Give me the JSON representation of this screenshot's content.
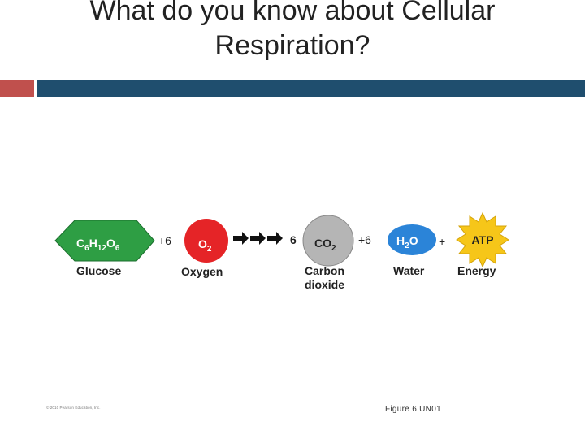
{
  "slide": {
    "title_line1": "What do you know about Cellular",
    "title_line2": "Respiration?"
  },
  "colors": {
    "accent_bar": "#c0504d",
    "title_bar": "#1f4e6e",
    "glucose": "#2e9e44",
    "oxygen": "#e52427",
    "carbon_dioxide": "#b5b5b5",
    "water": "#2b84d8",
    "atp": "#f6c619"
  },
  "equation": {
    "glucose": {
      "formula_parts": [
        "C",
        "6",
        "H",
        "12",
        "O",
        "6"
      ],
      "label": "Glucose",
      "icon": "green-hexagon"
    },
    "plus_oxygen": "+6",
    "oxygen": {
      "formula_parts": [
        "O",
        "2"
      ],
      "label": "Oxygen",
      "icon": "red-circle"
    },
    "arrows_icon": "triple-arrow",
    "co2_coefficient": "6",
    "carbon_dioxide": {
      "formula_parts": [
        "CO",
        "2"
      ],
      "label_line1": "Carbon",
      "label_line2": "dioxide",
      "icon": "gray-circle"
    },
    "plus_water": "+6",
    "water": {
      "formula_parts": [
        "H",
        "2",
        "O"
      ],
      "label": "Water",
      "icon": "blue-oval"
    },
    "plus_energy": "+",
    "energy": {
      "badge": "ATP",
      "label": "Energy",
      "icon": "yellow-starburst"
    }
  },
  "footer": {
    "copyright": "© 2010 Pearson Education, Inc.",
    "figure": "Figure 6.UN01"
  }
}
